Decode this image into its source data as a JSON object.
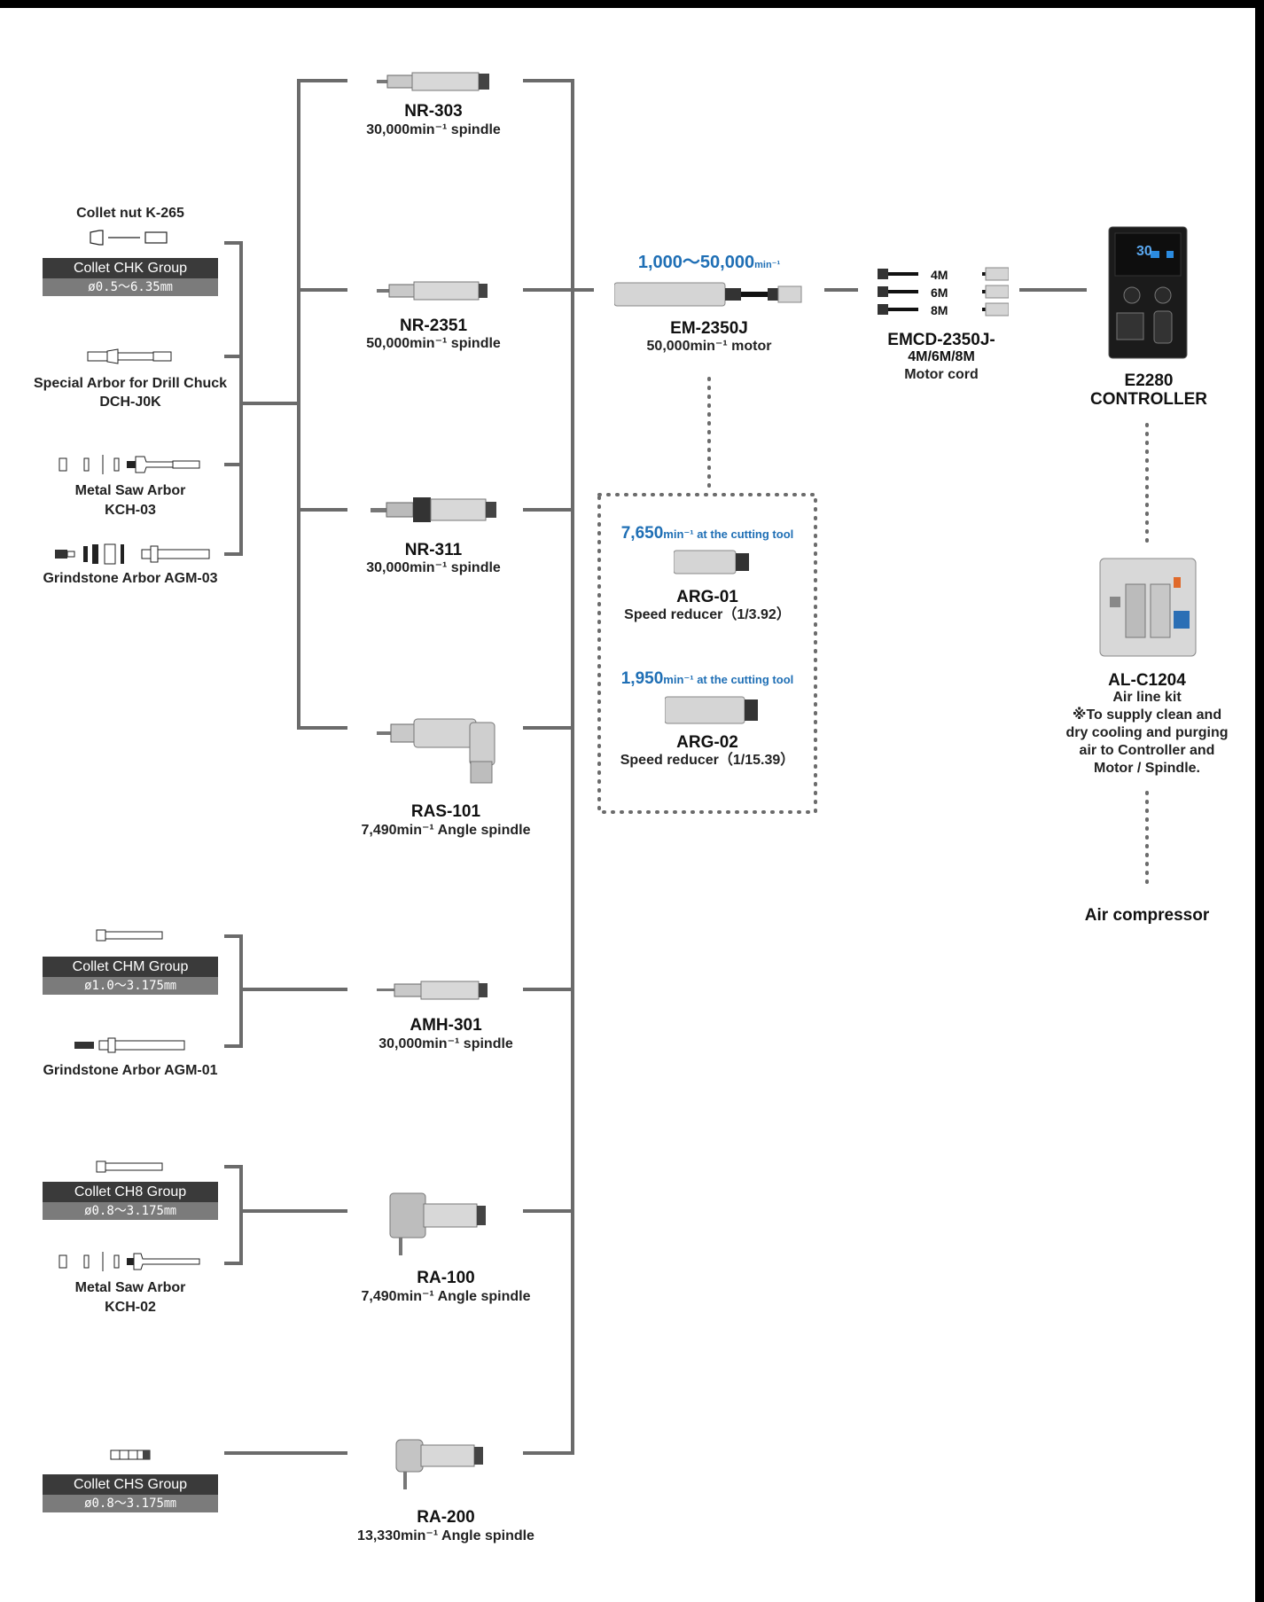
{
  "spindles": [
    {
      "name": "NR-303",
      "desc": "30,000min⁻¹ spindle"
    },
    {
      "name": "NR-2351",
      "desc": "50,000min⁻¹ spindle"
    },
    {
      "name": "NR-311",
      "desc": "30,000min⁻¹ spindle"
    },
    {
      "name": "RAS-101",
      "desc": "7,490min⁻¹ Angle spindle"
    },
    {
      "name": "AMH-301",
      "desc": "30,000min⁻¹ spindle"
    },
    {
      "name": "RA-100",
      "desc": "7,490min⁻¹ Angle spindle"
    },
    {
      "name": "RA-200",
      "desc": "13,330min⁻¹ Angle spindle"
    }
  ],
  "accessories": {
    "collet_nut": "Collet nut K-265",
    "chk_group": {
      "label": "Collet CHK Group",
      "range": "ø0.5～6.35㎜"
    },
    "drill_chuck_arbor": {
      "line1": "Special Arbor for Drill Chuck",
      "line2": "DCH-J0K"
    },
    "metal_saw_kch03": {
      "line1": "Metal Saw Arbor",
      "line2": "KCH-03"
    },
    "grindstone_agm03": "Grindstone Arbor AGM-03",
    "chm_group": {
      "label": "Collet CHM Group",
      "range": "ø1.0～3.175㎜"
    },
    "grindstone_agm01": "Grindstone Arbor AGM-01",
    "ch8_group": {
      "label": "Collet CH8 Group",
      "range": "ø0.8～3.175㎜"
    },
    "metal_saw_kch02": {
      "line1": "Metal Saw Arbor",
      "line2": "KCH-02"
    },
    "chs_group": {
      "label": "Collet CHS Group",
      "range": "ø0.8～3.175㎜"
    }
  },
  "motor": {
    "speed": "1,000～50,000",
    "speed_unit": "min⁻¹",
    "name": "EM-2350J",
    "desc": "50,000min⁻¹ motor"
  },
  "reducers": [
    {
      "speed": "7,650",
      "speed_unit": "min⁻¹ at the cutting tool",
      "name": "ARG-01",
      "desc": "Speed reducer（1/3.92）"
    },
    {
      "speed": "1,950",
      "speed_unit": "min⁻¹ at the cutting tool",
      "name": "ARG-02",
      "desc": "Speed reducer（1/15.39）"
    }
  ],
  "cord": {
    "name_line1": "EMCD-2350J-",
    "name_line2": "4M/6M/8M",
    "desc": "Motor cord",
    "lengths": [
      "4M",
      "6M",
      "8M"
    ]
  },
  "controller": {
    "line1": "E2280",
    "line2": "CONTROLLER",
    "display": "30"
  },
  "air_kit": {
    "name": "AL-C1204",
    "desc": "Air line kit",
    "note_lines": [
      "※To supply clean and",
      "dry cooling and purging",
      "air to Controller and",
      "Motor / Spindle."
    ]
  },
  "compressor": "Air compressor",
  "colors": {
    "line": "#6b6b6b",
    "accent": "#1f6fb5",
    "label_dark": "#3a3a3a",
    "label_light": "#7b7b7b"
  }
}
